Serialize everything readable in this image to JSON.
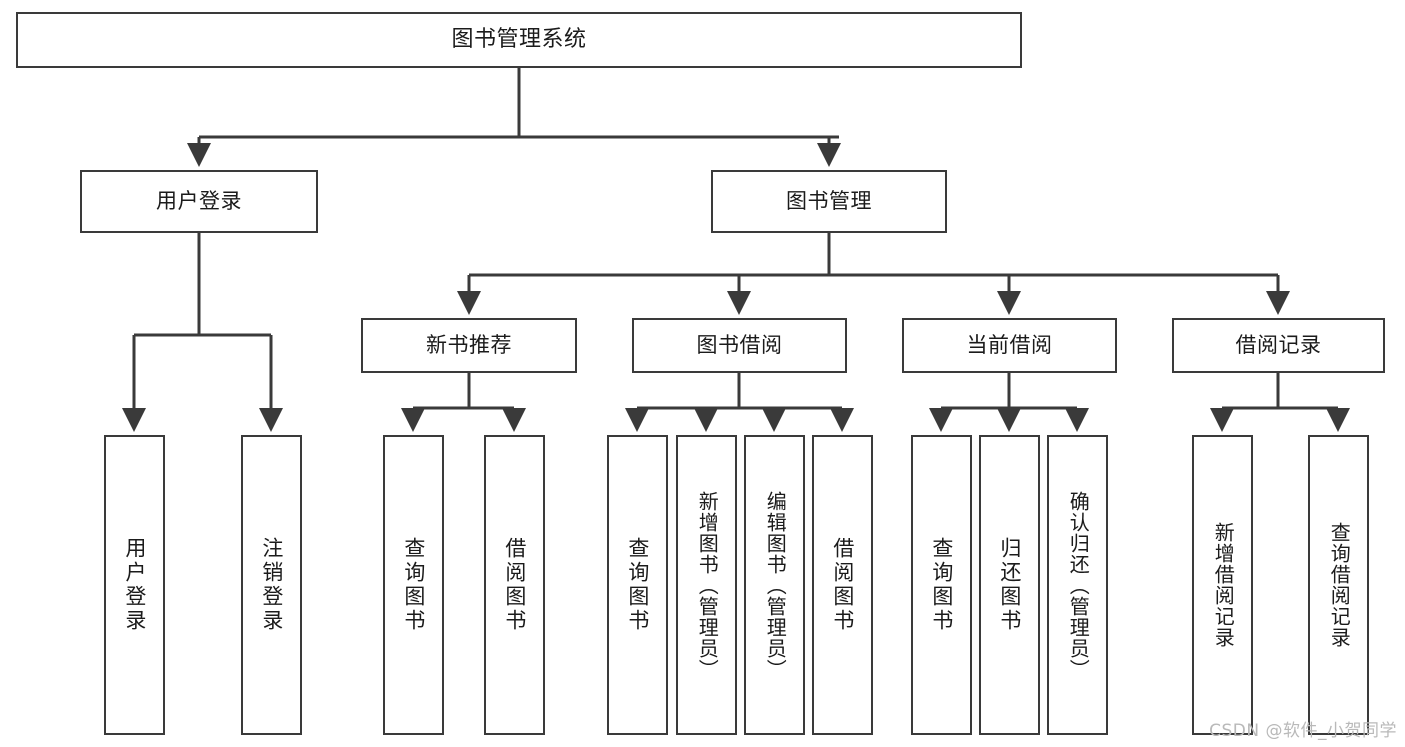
{
  "diagram": {
    "title": "图书管理系统",
    "watermark": "CSDN @软件_小贺同学",
    "type": "tree",
    "orientation": "top-down",
    "edge_style": "orthogonal-arrow",
    "colors": {
      "stroke": "#3a3a3a",
      "fill": "#ffffff",
      "text": "#1b1b1b",
      "watermark": "#b9b9b9"
    },
    "root": {
      "label": "图书管理系统"
    },
    "level1": [
      {
        "label": "用户登录"
      },
      {
        "label": "图书管理"
      }
    ],
    "level2": [
      {
        "label": "新书推荐"
      },
      {
        "label": "图书借阅"
      },
      {
        "label": "当前借阅"
      },
      {
        "label": "借阅记录"
      }
    ],
    "leaves": {
      "user_login": [
        {
          "label": "用户登录"
        },
        {
          "label": "注销登录"
        }
      ],
      "new_book_recommend": [
        {
          "label": "查询图书"
        },
        {
          "label": "借阅图书"
        }
      ],
      "book_borrow": [
        {
          "label": "查询图书"
        },
        {
          "label": "新增图书（管理员）"
        },
        {
          "label": "编辑图书（管理员）"
        },
        {
          "label": "借阅图书"
        }
      ],
      "current_borrow": [
        {
          "label": "查询图书"
        },
        {
          "label": "归还图书"
        },
        {
          "label": "确认归还（管理员）"
        }
      ],
      "borrow_records": [
        {
          "label": "新增借阅记录"
        },
        {
          "label": "查询借阅记录"
        }
      ]
    }
  }
}
